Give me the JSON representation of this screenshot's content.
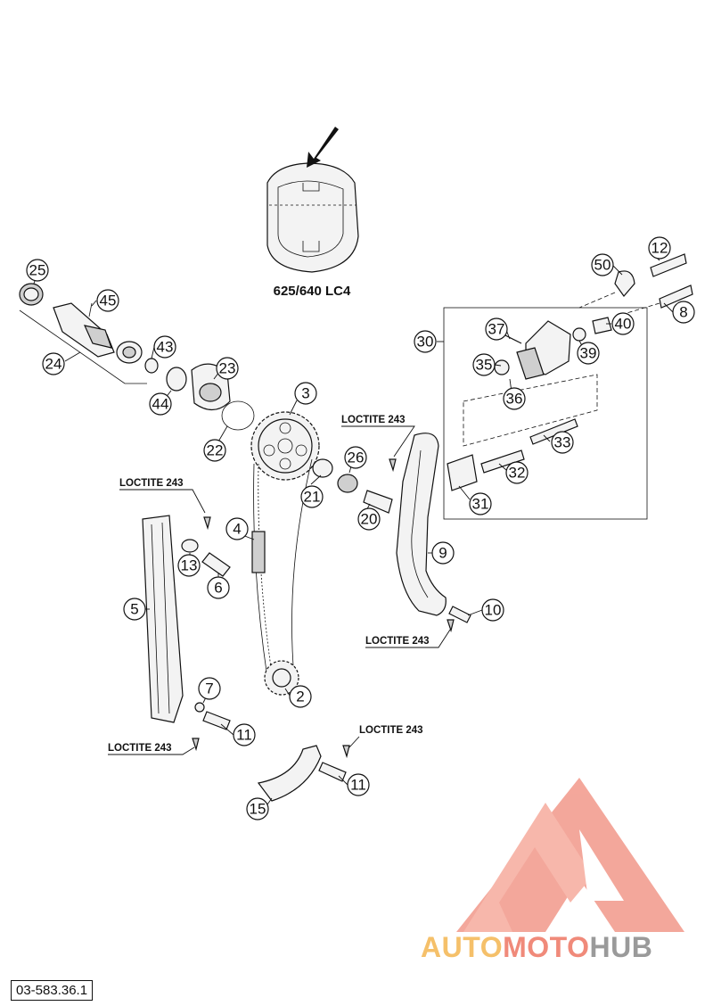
{
  "diagram": {
    "model_label": "625/640 LC4",
    "drawing_code": "03-583.36.1",
    "note_loctite": "LOCTITE 243",
    "callouts": [
      "2",
      "3",
      "4",
      "5",
      "6",
      "7",
      "8",
      "9",
      "10",
      "11",
      "11",
      "12",
      "13",
      "15",
      "20",
      "21",
      "22",
      "23",
      "24",
      "25",
      "26",
      "30",
      "31",
      "32",
      "33",
      "35",
      "36",
      "37",
      "39",
      "40",
      "43",
      "44",
      "45",
      "50"
    ]
  },
  "watermark": {
    "part1": "AUTO",
    "part2": "MOTO",
    "part3": "HUB",
    "colors": {
      "auto": "#f5c06a",
      "moto": "#f08a7a",
      "hub": "#9a9a9a",
      "logo": "#f08a7a"
    }
  }
}
